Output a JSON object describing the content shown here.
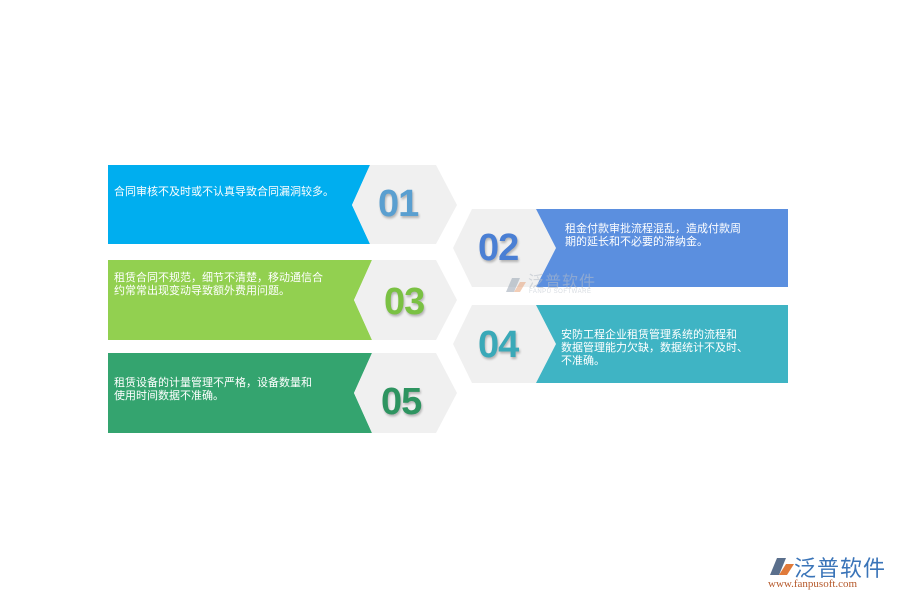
{
  "items": [
    {
      "number": "01",
      "text": "合同审核不及时或不认真导致合同漏洞较多。",
      "color": "#00aeef",
      "number_color": "#5a9fd0"
    },
    {
      "number": "02",
      "text": "租金付款审批流程混乱，造成付款周\n期的延长和不必要的滞纳金。",
      "color": "#5b8fdf",
      "number_color": "#4a7fd4"
    },
    {
      "number": "03",
      "text": "租赁合同不规范，细节不清楚，移动通信合\n约常常出现变动导致额外费用问题。",
      "color": "#92d050",
      "number_color": "#7ac143"
    },
    {
      "number": "04",
      "text": " 安防工程企业租赁管理系统的流程和\n数据管理能力欠缺，数据统计不及时、\n不准确。",
      "color": "#3fb4c4",
      "number_color": "#3aa9b8"
    },
    {
      "number": "05",
      "text": "租赁设备的计量管理不严格，设备数量和\n使用时间数据不准确。",
      "color": "#34a46f",
      "number_color": "#2e9460"
    }
  ],
  "watermark": {
    "cn": "泛普软件",
    "en": "FANPU SOFTWARE"
  },
  "logo": {
    "cn": "泛普软件",
    "url": "www.fanpusoft.com"
  },
  "colors": {
    "hexagon": "#f0f0f0",
    "background": "#ffffff"
  }
}
